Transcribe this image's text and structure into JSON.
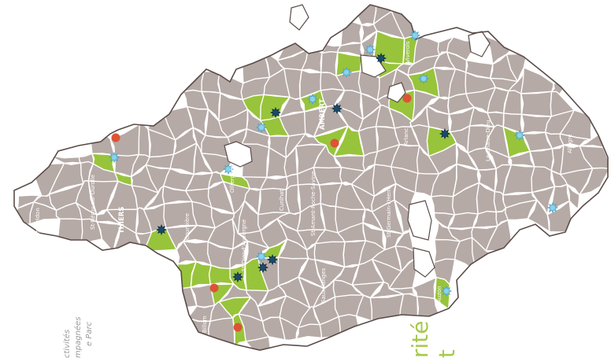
{
  "colors": {
    "commune": "#b6aaa6",
    "highlight": "#98c43b",
    "border": "#ffffff",
    "outline": "#5a4c48",
    "star_light": "#8ad3ee",
    "star_dark": "#1c4b6a",
    "dot": "#dd5335",
    "title": "#a6c94a"
  },
  "town_labels": [
    {
      "text": "Châteldon"
    },
    {
      "text": "St-Rémy-sur-Durolle"
    },
    {
      "text": "THIERS"
    },
    {
      "text": "Courpière"
    },
    {
      "text": "St-Dier-d'Auvergne"
    },
    {
      "text": "Billom"
    },
    {
      "text": "Olliergues"
    },
    {
      "text": "Cunlhat"
    },
    {
      "text": "St-Amant-Roche-Savine"
    },
    {
      "text": "Sauxillanges"
    },
    {
      "text": "AMBERT"
    },
    {
      "text": "St-Germain-l'Herm"
    },
    {
      "text": "Arlanc"
    },
    {
      "text": "Viverols"
    },
    {
      "text": "La Chaise-Dieu"
    },
    {
      "text": "Allègre"
    },
    {
      "text": "Auzon"
    }
  ],
  "legend_lines": [
    "ctivités",
    "mpagnées",
    "e Parc"
  ],
  "title_fragments": [
    "rité",
    "t"
  ],
  "markers": {
    "light_star": "light-star-icon",
    "dark_star": "dark-star-icon",
    "dot": "red-dot-icon"
  }
}
